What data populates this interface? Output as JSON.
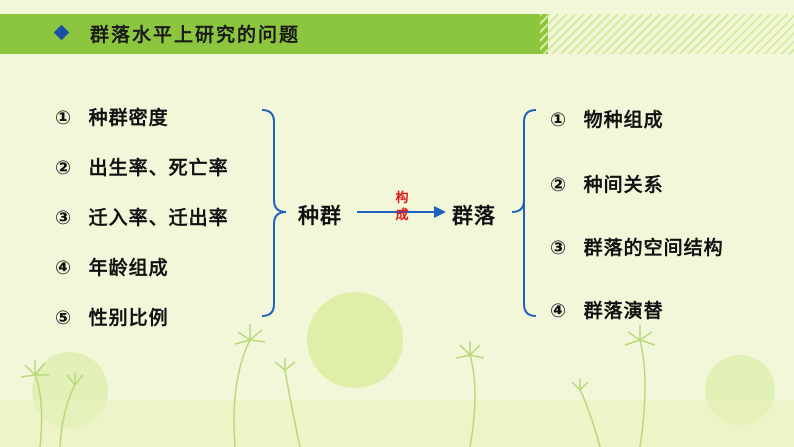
{
  "header": {
    "title": "群落水平上研究的问题"
  },
  "left_list": {
    "items": [
      {
        "marker": "①",
        "text": "种群密度"
      },
      {
        "marker": "②",
        "text": "出生率、死亡率"
      },
      {
        "marker": "③",
        "text": "迁入率、迁出率"
      },
      {
        "marker": "④",
        "text": "年龄组成"
      },
      {
        "marker": "⑤",
        "text": "性别比例"
      }
    ]
  },
  "center": {
    "population": "种群",
    "arrow_label_1": "构",
    "arrow_label_2": "成",
    "community": "群落"
  },
  "right_list": {
    "items": [
      {
        "marker": "①",
        "text": "物种组成"
      },
      {
        "marker": "②",
        "text": "种间关系"
      },
      {
        "marker": "③",
        "text": "群落的空间结构"
      },
      {
        "marker": "④",
        "text": "群落演替"
      }
    ]
  },
  "colors": {
    "background": "#f2f7d9",
    "header_band": "#8cc63f",
    "connector": "#1f5fbf",
    "arrow_label": "#e01818"
  }
}
